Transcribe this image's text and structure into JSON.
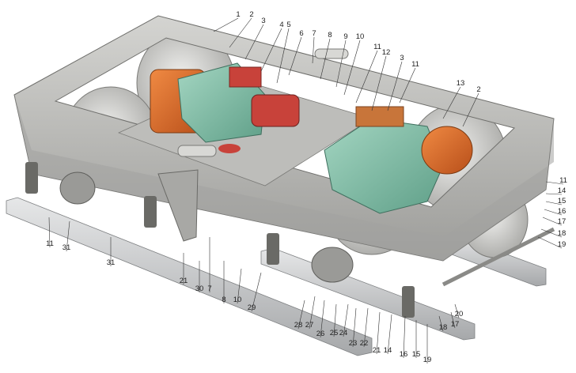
{
  "figure": {
    "background": "#ffffff",
    "colors": {
      "frame": "#b9b9b6",
      "frame_dark": "#8f8f8c",
      "motor_green": "#7fbfa7",
      "motor_orange": "#d9682a",
      "wheel_grey": "#cfcfcc",
      "spring": "#6a6a66",
      "rail": "#c9cacb",
      "wire": "#c98a2c",
      "red_accent": "#c8423a"
    }
  },
  "callouts": [
    {
      "id": "c1",
      "text": "1"
    },
    {
      "id": "c2",
      "text": "2"
    },
    {
      "id": "c3",
      "text": "3"
    },
    {
      "id": "c4",
      "text": "4"
    },
    {
      "id": "c5",
      "text": "5"
    },
    {
      "id": "c6",
      "text": "6"
    },
    {
      "id": "c7",
      "text": "7"
    },
    {
      "id": "c8",
      "text": "8"
    },
    {
      "id": "c9",
      "text": "9"
    },
    {
      "id": "c10",
      "text": "10"
    },
    {
      "id": "c11a",
      "text": "11"
    },
    {
      "id": "c12",
      "text": "12"
    },
    {
      "id": "c3b",
      "text": "3"
    },
    {
      "id": "c11b",
      "text": "11"
    },
    {
      "id": "c13",
      "text": "13"
    },
    {
      "id": "c2b",
      "text": "2"
    },
    {
      "id": "r11",
      "text": "11"
    },
    {
      "id": "r14",
      "text": "14"
    },
    {
      "id": "r15",
      "text": "15"
    },
    {
      "id": "r16",
      "text": "16"
    },
    {
      "id": "r17",
      "text": "17"
    },
    {
      "id": "r18",
      "text": "18"
    },
    {
      "id": "r19",
      "text": "19"
    },
    {
      "id": "l11",
      "text": "11"
    },
    {
      "id": "l31a",
      "text": "31"
    },
    {
      "id": "l31b",
      "text": "31"
    },
    {
      "id": "b21a",
      "text": "21"
    },
    {
      "id": "b30",
      "text": "30"
    },
    {
      "id": "b7",
      "text": "7"
    },
    {
      "id": "b8",
      "text": "8"
    },
    {
      "id": "b10",
      "text": "10"
    },
    {
      "id": "b29",
      "text": "29"
    },
    {
      "id": "b28",
      "text": "28"
    },
    {
      "id": "b27",
      "text": "27"
    },
    {
      "id": "b26",
      "text": "26"
    },
    {
      "id": "b25",
      "text": "25"
    },
    {
      "id": "b24",
      "text": "24"
    },
    {
      "id": "b23",
      "text": "23"
    },
    {
      "id": "b22",
      "text": "22"
    },
    {
      "id": "b21b",
      "text": "21"
    },
    {
      "id": "b14",
      "text": "14"
    },
    {
      "id": "b16",
      "text": "16"
    },
    {
      "id": "b15",
      "text": "15"
    },
    {
      "id": "b19",
      "text": "19"
    },
    {
      "id": "b18",
      "text": "18"
    },
    {
      "id": "b17",
      "text": "17"
    },
    {
      "id": "b20",
      "text": "20"
    }
  ]
}
